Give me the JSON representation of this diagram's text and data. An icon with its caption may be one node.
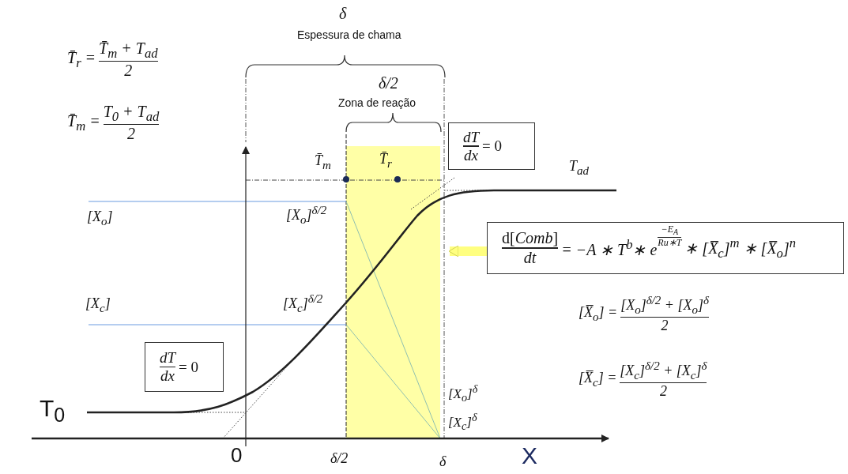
{
  "diagram": {
    "nodes": [
      {
        "text": [
          "dT",
          "dx",
          "= 0"
        ]
      },
      {
        "text": [],
        "shape": "box"
      },
      {
        "text": [
          "d[*Comb*]",
          "dt",
          "= −A ∗ T$^{b}$∗ e",
          "−E$_{A}$",
          "Ru∗T",
          "∗ [X̅$_{c}$]$^{m}$ ∗ [X̅$_{o}$]$^{n}$"
        ]
      },
      {
        "text": [
          "dT",
          "dx",
          "= 0"
        ]
      }
    ],
    "edges": [
      {
        "from": 2,
        "to": 1,
        "arrow": "to"
      }
    ],
    "labels": [
      "δ",
      "Espessura de chama",
      "T̄$_{r}$ =",
      "T̄$_{m}$ + T$_{ad}$",
      "2",
      "δ/2",
      "Zona de reação",
      "T̄$_{m}$ =",
      "T$_{0}$ + T$_{ad}$",
      "2",
      "T̄$_{m}$",
      "T̄$_{r}$",
      "T$_{ad}$",
      "[X$_{o}$]",
      "[X$_{o}$]$^{δ/2}$",
      "[X$_{c}$]",
      "[X$_{c}$]$^{δ/2}$",
      "[X̅$_{o}$] =",
      "[X$_{o}$]$^{δ/2}$ + [X$_{o}$]$^{δ}$",
      "2",
      "[X$_{o}$]$^{δ}$",
      "[X̅$_{c}$] =",
      "[X$_{c}$]$^{δ/2}$ + [X$_{c}$]$^{δ}$",
      "2",
      "T$_{0}$",
      "[X$_{c}$]$^{δ}$",
      "0",
      "δ/2",
      "δ",
      "X"
    ]
  }
}
